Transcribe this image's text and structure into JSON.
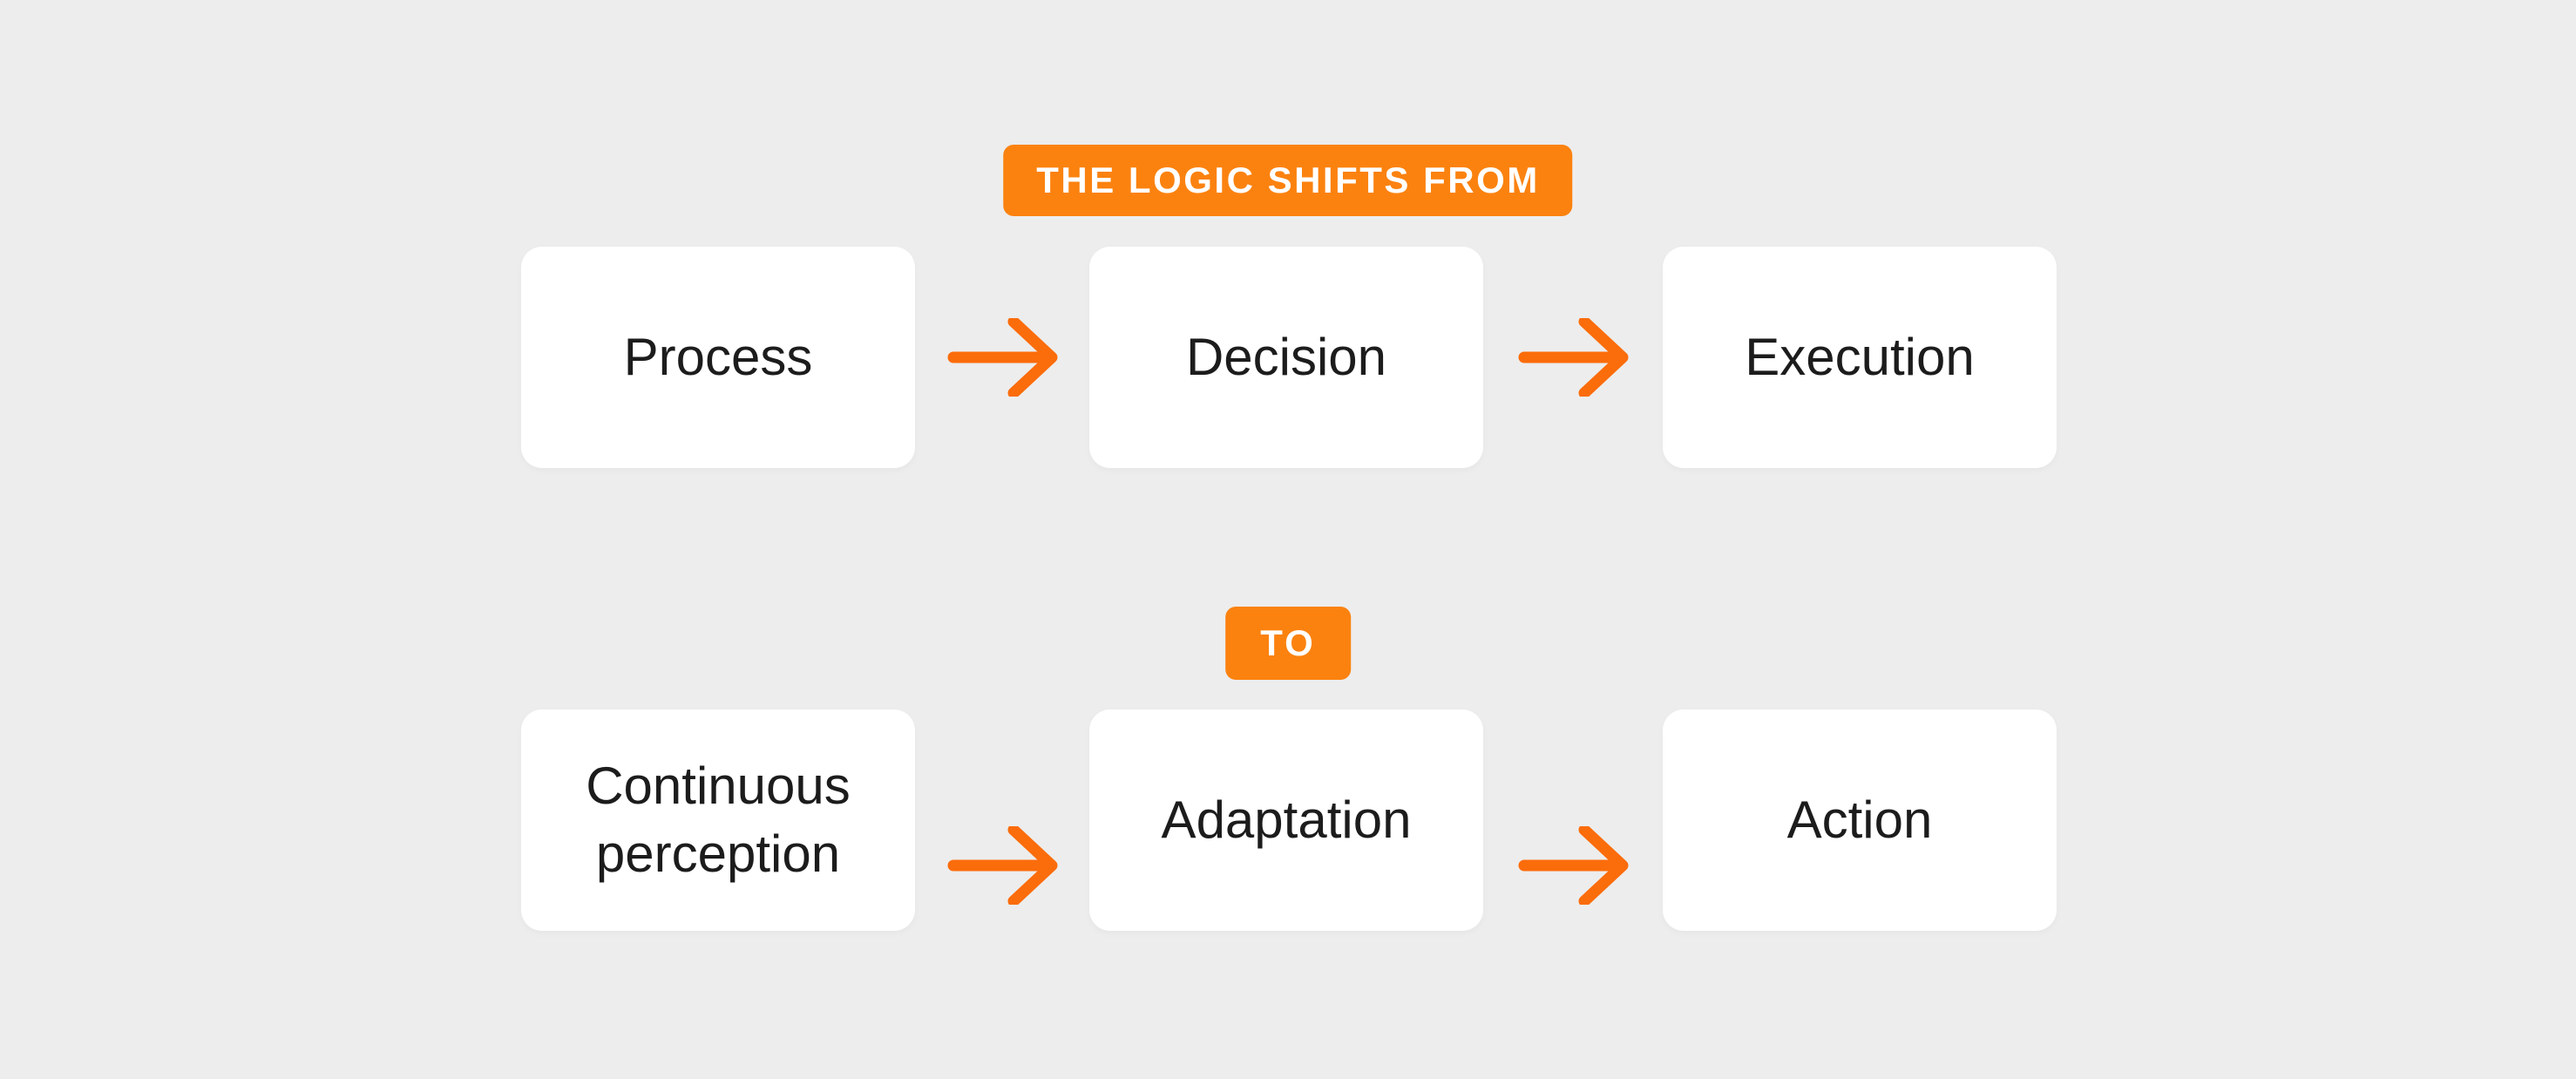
{
  "diagram": {
    "colors": {
      "bg": "#EDEDED",
      "box_fill": "#FFFFFF",
      "text": "#1C1C1C",
      "badge_fill": "#FB820F",
      "badge_text": "#FFFFFF",
      "arrow": "#FB6C0A"
    },
    "from_badge": "THE LOGIC SHIFTS FROM",
    "to_badge": "TO",
    "rows": [
      {
        "steps": [
          "Process",
          "Decision",
          "Execution"
        ]
      },
      {
        "steps": [
          "Continuous perception",
          "Adaptation",
          "Action"
        ]
      }
    ]
  }
}
